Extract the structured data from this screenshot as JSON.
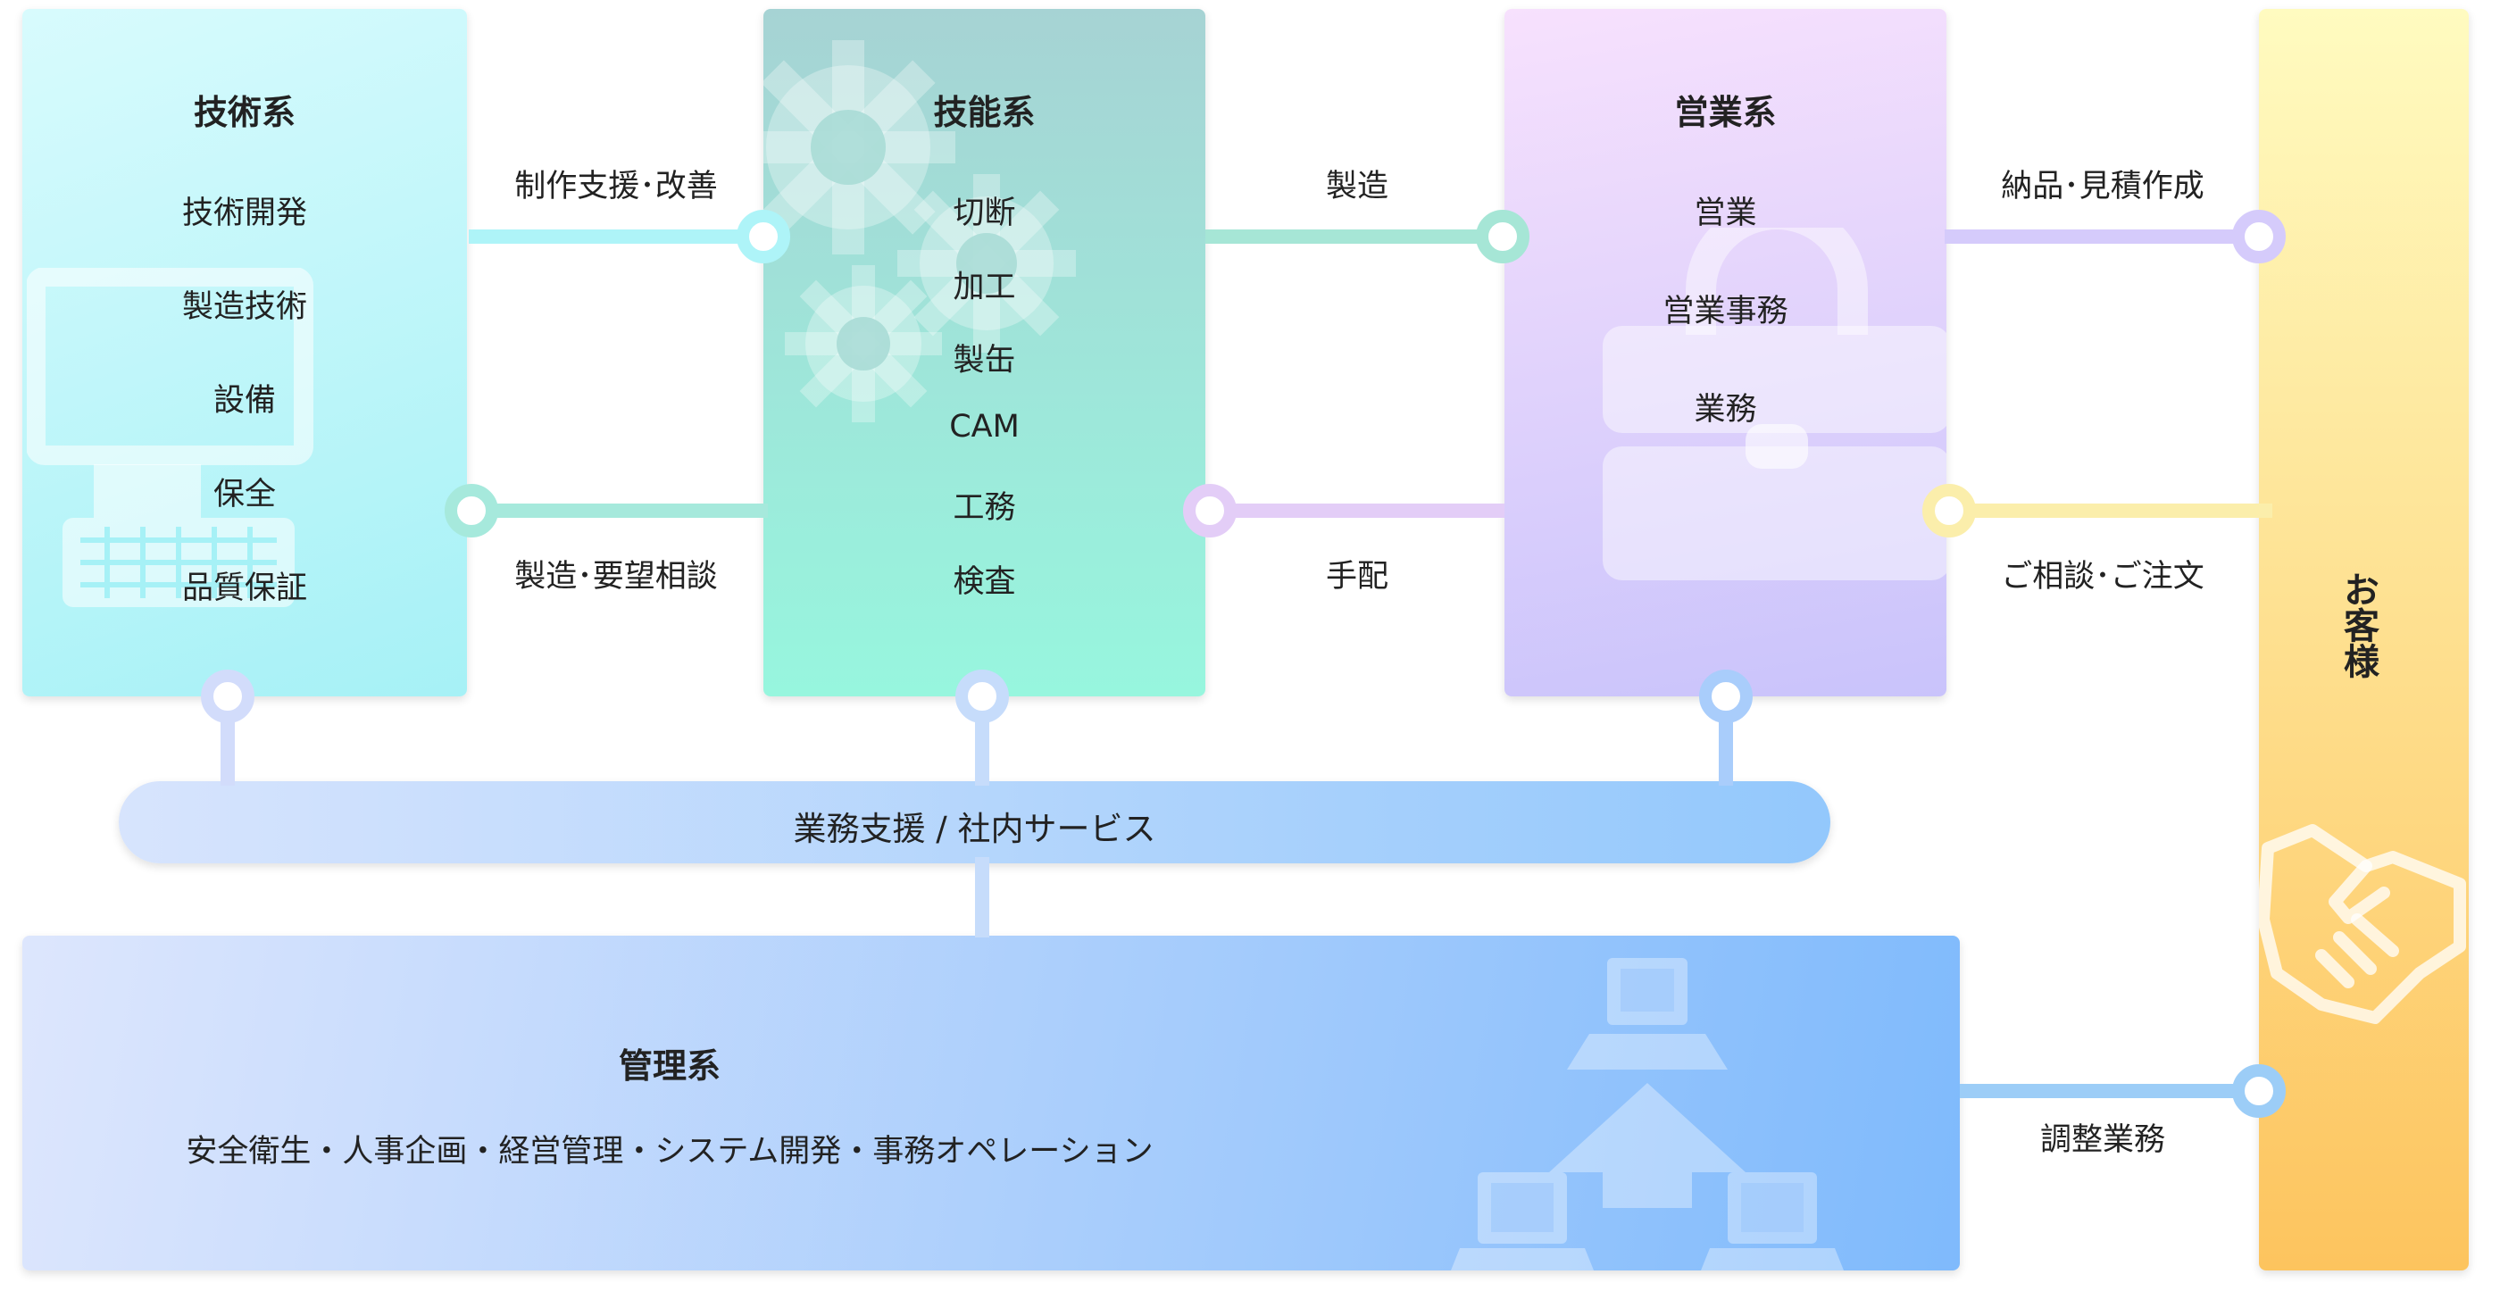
{
  "departments": {
    "gijutsu": {
      "title": "技術系",
      "items": [
        "技術開発",
        "製造技術",
        "設備",
        "保全",
        "品質保証"
      ],
      "color_top": "#d8fbfd",
      "color_bottom": "#a6f1f6"
    },
    "ginou": {
      "title": "技能系",
      "items": [
        "切断",
        "加工",
        "製缶",
        "CAM",
        "工務",
        "検査"
      ],
      "color_top": "#a6d3d4",
      "color_bottom": "#97f6de"
    },
    "eigyou": {
      "title": "営業系",
      "items": [
        "営業",
        "営業事務",
        "業務"
      ],
      "color_top": "#f7e1fd",
      "color_bottom": "#c9c3fb"
    },
    "kanri": {
      "title": "管理系",
      "description": "安全衛生・人事企画・経営管理・システム開発・事務オペレーション",
      "color_left": "#dde6fd",
      "color_right": "#7fbafc"
    },
    "customer": {
      "title": "お客様",
      "color_top": "#fffbc0",
      "color_bottom": "#fdc45e"
    }
  },
  "support_bar": {
    "label": "業務支援 / 社内サービス",
    "color_left": "#d7e4fd",
    "color_right": "#93c8fc"
  },
  "connections": {
    "gijutsu_to_ginou_top": "制作支援･改善",
    "ginou_to_gijutsu_bottom": "製造･要望相談",
    "ginou_to_eigyou_top": "製造",
    "eigyou_to_ginou_bottom": "手配",
    "eigyou_to_customer_top": "納品･見積作成",
    "customer_to_eigyou_bottom": "ご相談･ご注文",
    "kanri_to_customer": "調整業務"
  },
  "icons": [
    "computer-icon",
    "gears-icon",
    "briefcase-icon",
    "network-icon",
    "handshake-icon"
  ]
}
